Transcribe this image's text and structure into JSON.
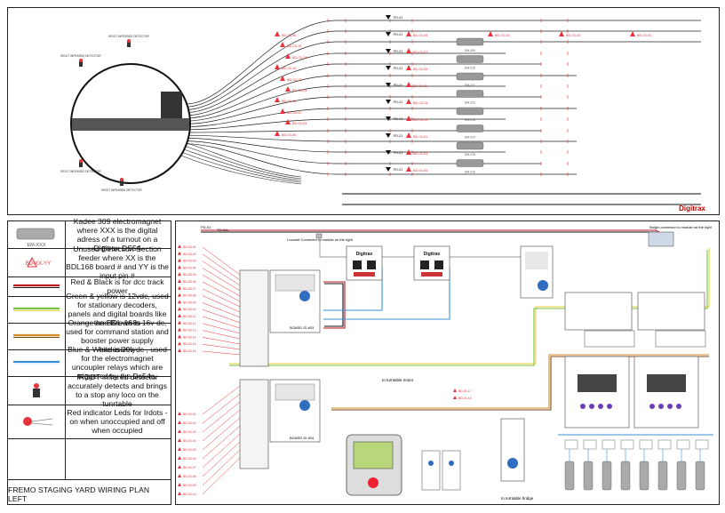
{
  "legend": {
    "items": [
      {
        "symbol_label": "EM-XXX",
        "text": "Kadee 309 electromagnet where XXX is the digital adress of a turnout on a Digitrax DS54",
        "color": "#888888"
      },
      {
        "symbol_label": "BD-XX-YY",
        "text": "Unused Detection Section feeder where XX is the BDL168 board # and YY is the input pin #",
        "color": "#e8333a"
      },
      {
        "text": "Red & Black is for dcc track power",
        "color": "#c0151b"
      },
      {
        "text": "Green & yellow is 12vdc, used for stationary decoders, panels and digital boards like the BDL-168s",
        "color": "#7bc043"
      },
      {
        "text": "Orange and Brown is 16v dc, used for command station and booster power supply exclusively",
        "color": "#d98a1f"
      },
      {
        "text": "Blue & White is 20v dc , used for the electromagnet uncoupler relays which are triggered by the Ds54s.",
        "color": "#3a8fd6"
      },
      {
        "text": "IRDOT infrared detector accurately detects and brings to a stop any loco on the tunrtable"
      },
      {
        "text": "Red indicator Leds for Irdots - on when unoccupied and off when occupied"
      },
      {
        "text": ""
      }
    ],
    "footer": "FREMO STAGING YARD WIRING PLAN LEFT"
  },
  "yard": {
    "irdot_labels": [
      "IRDOT INFRARED DETECTOR",
      "IRDOT INFRARED DETECTOR",
      "IRDOT INFRARED DETECTOR",
      "IRDOT INFRARED DETECTOR"
    ],
    "pd_labels": [
      "PD-01",
      "PD-01",
      "PD-01",
      "PD-01",
      "PD-01",
      "PD-01",
      "PD-01",
      "PD-01",
      "PD-01",
      "PD-01"
    ],
    "bd_left": [
      "BD-03-06",
      "BD-03-10",
      "BD-03-13",
      "BD-03-14",
      "BD-03-12",
      "BD-03-13",
      "BD-03-16",
      "BD-04-02",
      "BD-04-03",
      "BD-04-06"
    ],
    "bd_mid": [
      "BD-03-08",
      "BD-03-07",
      "BD-03-09",
      "BD-03-11",
      "BD-03-13",
      "BD-03-15",
      "BD-04-01",
      "BD-04-04",
      "BD-04-05"
    ],
    "bd_right": [
      "BD-03-03",
      "BD-03-02",
      "BD-03-01"
    ],
    "em_labels": [
      "EM-209",
      "EM-210",
      "EM-211",
      "EM-212",
      "EM-213",
      "EM-214",
      "EM-215",
      "EM-216"
    ],
    "logo": "Digitrax"
  },
  "wiring": {
    "pd_top": "PD-01",
    "to_all": "TO ALL",
    "loconet_note": "Loconet Connector to module on the right",
    "bulgin_note": "Bulgin connector to module on the right",
    "board1": "BOARD ID #03",
    "board2": "BOARD ID #04",
    "to_turntable_motor": "to turntable motor",
    "to_turntable_bridge": "to turntable bridge",
    "bd_inputs_a": [
      "BD-03-01",
      "BD-03-02",
      "BD-03-03",
      "BD-03-04",
      "BD-03-05",
      "BD-03-06",
      "BD-03-07",
      "BD-03-08",
      "BD-03-09",
      "BD-03-10",
      "BD-03-11",
      "BD-03-12",
      "BD-03-13",
      "BD-03-14",
      "BD-03-15",
      "BD-03-16"
    ],
    "bd_inputs_b": [
      "BD-04-01",
      "BD-04-02",
      "BD-04-03",
      "BD-04-04",
      "BD-04-05",
      "BD-04-06",
      "BD-04-07",
      "BD-04-08",
      "BD-04-09",
      "BD-04-10",
      "BD-04-11",
      "BD-04-12",
      "BD-04-13",
      "BD-04-14",
      "BD-04-15",
      "BD-04-16"
    ],
    "bd_extra": [
      "BD-04-17",
      "BD-04-18"
    ],
    "logo": "Digitrax"
  }
}
